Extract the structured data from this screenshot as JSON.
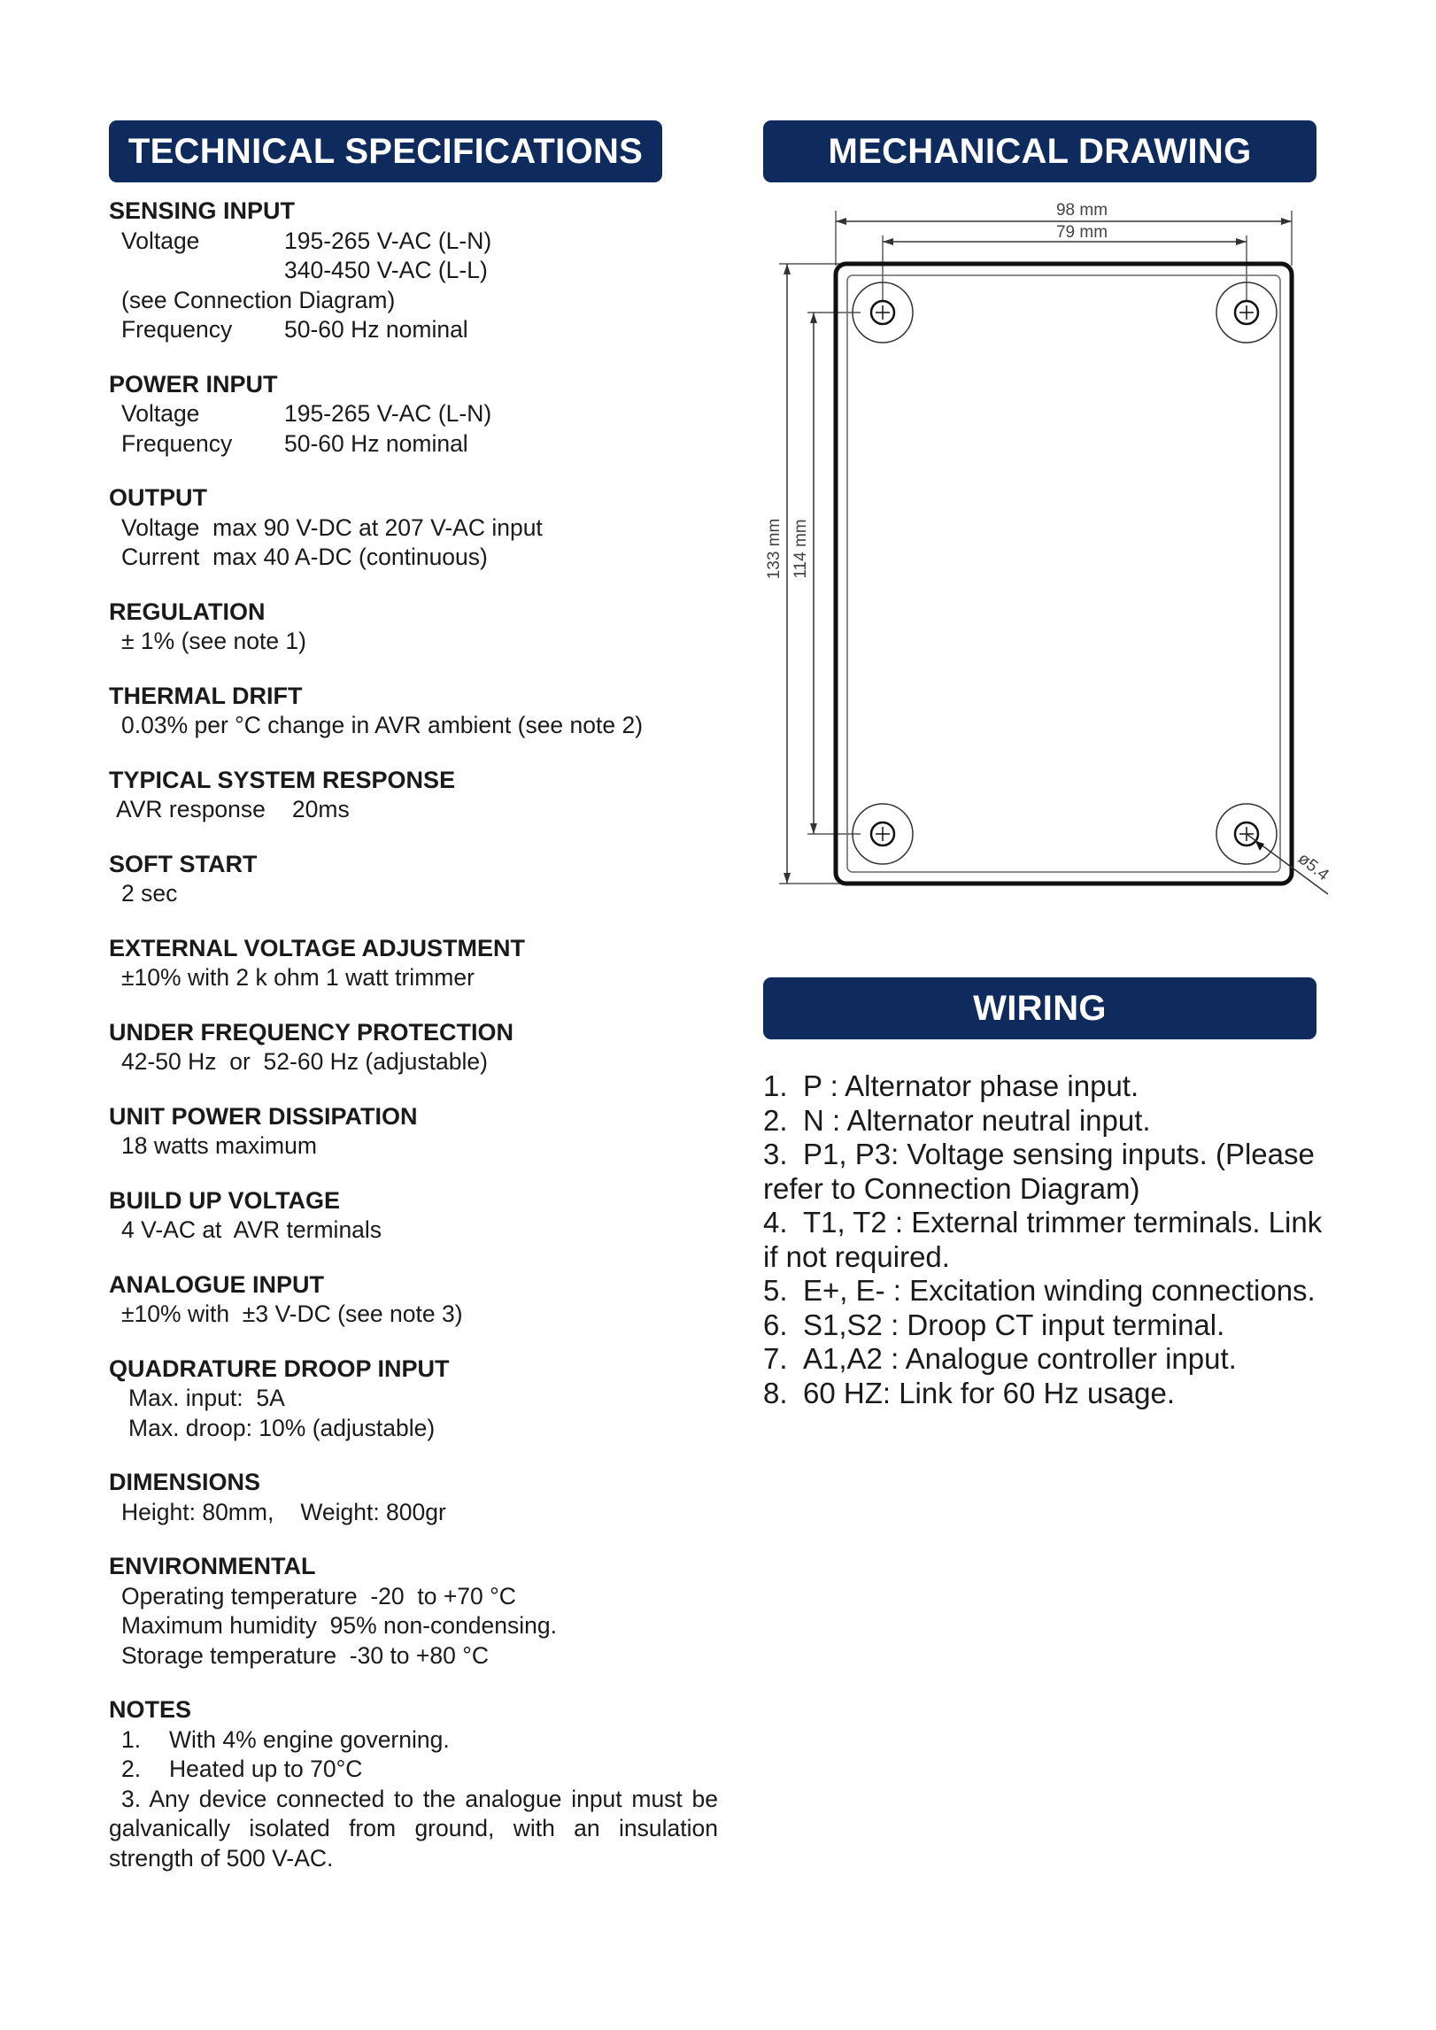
{
  "banners": {
    "specs": "TECHNICAL SPECIFICATIONS",
    "mechanical": "MECHANICAL DRAWING",
    "wiring": "WIRING"
  },
  "specs": {
    "sensing": {
      "title": "SENSING INPUT",
      "voltage_key": "Voltage",
      "voltage_val1": "195-265 V-AC (L-N)",
      "voltage_val2": "340-450 V-AC (L-L)",
      "see": "(see Connection Diagram)",
      "freq_key": "Frequency",
      "freq_val": "50-60 Hz nominal"
    },
    "power": {
      "title": "POWER INPUT",
      "voltage_key": "Voltage",
      "voltage_val": "195-265 V-AC (L-N)",
      "freq_key": "Frequency",
      "freq_val": "50-60 Hz nominal"
    },
    "output": {
      "title": "OUTPUT",
      "line1": "Voltage  max 90 V-DC at 207 V-AC input",
      "line2": "Current  max 40 A-DC (continuous)"
    },
    "regulation": {
      "title": "REGULATION",
      "line1": "± 1% (see note 1)"
    },
    "thermal": {
      "title": "THERMAL DRIFT",
      "line1": "0.03% per °C change in AVR ambient (see note 2)"
    },
    "response": {
      "title": "TYPICAL SYSTEM RESPONSE",
      "key": "AVR response",
      "val": "20ms"
    },
    "soft": {
      "title": "SOFT START",
      "line1": "2 sec"
    },
    "ext": {
      "title": "EXTERNAL VOLTAGE ADJUSTMENT",
      "line1": "±10% with 2 k ohm 1 watt trimmer"
    },
    "underfreq": {
      "title": "UNDER FREQUENCY PROTECTION",
      "line1": "42-50 Hz  or  52-60 Hz (adjustable)"
    },
    "dissipation": {
      "title": "UNIT POWER DISSIPATION",
      "line1": "18 watts maximum"
    },
    "buildup": {
      "title": "BUILD UP VOLTAGE",
      "line1": "4 V-AC at  AVR terminals"
    },
    "analogue": {
      "title": "ANALOGUE INPUT",
      "line1": "±10% with  ±3 V-DC (see note 3)"
    },
    "droop": {
      "title": "QUADRATURE DROOP INPUT",
      "line1": "Max. input:  5A",
      "line2": "Max. droop: 10% (adjustable)"
    },
    "dimensions": {
      "title": "DIMENSIONS",
      "height": "Height: 80mm,",
      "weight": "Weight: 800gr"
    },
    "environmental": {
      "title": "ENVIRONMENTAL",
      "line1": "Operating temperature  -20  to +70 °C",
      "line2": "Maximum humidity  95% non-condensing.",
      "line3": "Storage temperature  -30 to +80 °C"
    },
    "notes": {
      "title": "NOTES",
      "n1_num": "1.",
      "n1_text": "With 4% engine governing.",
      "n2_num": "2.",
      "n2_text": "Heated up to 70°C",
      "n3": "3.  Any device connected to the analogue input must be galvanically isolated from ground, with an insulation strength of 500 V-AC."
    }
  },
  "drawing": {
    "width_outer": "98 mm",
    "width_inner": "79 mm",
    "height_outer": "133 mm",
    "height_inner": "114 mm",
    "hole_diameter": "ø5.4"
  },
  "wiring": {
    "items": [
      {
        "num": "1.",
        "text": "P : Alternator phase input."
      },
      {
        "num": "2.",
        "text": "N : Alternator neutral input."
      },
      {
        "num": "3.",
        "text": "P1, P3: Voltage sensing inputs. (Please refer to Connection Diagram)"
      },
      {
        "num": "4.",
        "text": "T1, T2 : External trimmer terminals. Link if not required."
      },
      {
        "num": "5.",
        "text": "E+, E- : Excitation winding connections."
      },
      {
        "num": "6.",
        "text": "S1,S2 : Droop CT input terminal."
      },
      {
        "num": "7.",
        "text": "A1,A2 : Analogue controller input."
      },
      {
        "num": "8.",
        "text": "60 HZ:  Link for 60 Hz usage."
      }
    ]
  }
}
